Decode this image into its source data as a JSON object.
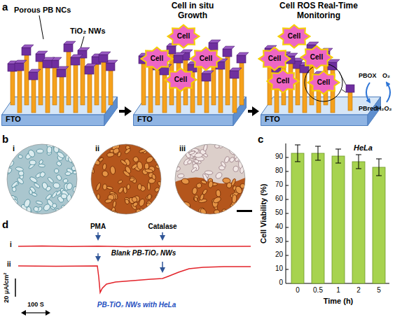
{
  "diagram": {
    "nodes": [
      {
        "text": [
          "FTO"
        ]
      },
      {
        "text": [
          "FTO"
        ]
      },
      {
        "text": [
          "FTO"
        ]
      },
      {
        "text": [
          "Cell"
        ]
      },
      {
        "text": [
          "Cell"
        ]
      },
      {
        "text": [
          "Cell"
        ]
      },
      {
        "text": [
          "Cell"
        ]
      },
      {
        "text": [
          "Cell"
        ]
      },
      {
        "text": [
          "Cell"
        ]
      },
      {
        "text": [
          "Cell"
        ]
      },
      {
        "text": [
          "Cell"
        ]
      },
      {
        "text": [
          "Cell"
        ]
      }
    ],
    "edges": [
      {
        "from": 0,
        "to": 1,
        "arrow": "to"
      },
      {
        "from": 1,
        "to": 2,
        "arrow": "to"
      }
    ],
    "labels": [
      "a",
      "Porous PB NCs",
      "TiO₂ NWs",
      "Cell in situ Growth",
      "Cell ROS Real-Time Monitoring",
      "PBOX",
      "O₂",
      "PBred",
      "H₂O₂",
      "b",
      "i",
      "ii",
      "iii",
      "c",
      "HeLa",
      "90",
      "80",
      "70",
      "60",
      "50",
      "40",
      "30",
      "20",
      "10",
      "0",
      "0",
      "0.5",
      "1",
      "2",
      "5",
      "Time (h)",
      "Cell Viability (%)",
      "d",
      "PMA",
      "Catalase",
      "i",
      "ii",
      "Blank PB-TiO₂ NWs",
      "PB-TiO₂ NWs with HeLa",
      "20 μA/cm²",
      "100 S"
    ]
  }
}
